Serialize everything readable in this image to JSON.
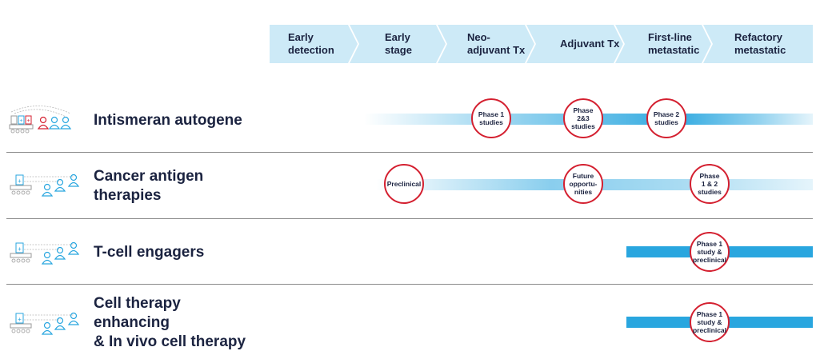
{
  "stages": [
    [
      "Early",
      "detection"
    ],
    [
      "Early",
      "stage"
    ],
    [
      "Neo-",
      "adjuvant Tx"
    ],
    [
      "Adjuvant Tx"
    ],
    [
      "First-line",
      "metastatic"
    ],
    [
      "Refactory",
      "metastatic"
    ]
  ],
  "rows": [
    {
      "title_lines": [
        "Intismeran autogene"
      ],
      "milestones": [
        {
          "lines": [
            "Phase 1",
            "studies"
          ]
        },
        {
          "lines": [
            "Phase",
            "2&3",
            "studies"
          ]
        },
        {
          "lines": [
            "Phase 2",
            "studies"
          ]
        }
      ]
    },
    {
      "title_lines": [
        "Cancer antigen",
        "therapies"
      ],
      "milestones": [
        {
          "lines": [
            "Preclinical"
          ]
        },
        {
          "lines": [
            "Future",
            "opportu-",
            "nities"
          ]
        },
        {
          "lines": [
            "Phase",
            "1 & 2",
            "studies"
          ]
        }
      ]
    },
    {
      "title_lines": [
        "T-cell engagers"
      ],
      "milestones": [
        {
          "lines": [
            "Phase 1",
            "study &",
            "preclinical"
          ]
        }
      ]
    },
    {
      "title_lines": [
        "Cell therapy",
        "enhancing",
        "& In vivo cell therapy"
      ],
      "milestones": [
        {
          "lines": [
            "Phase 1",
            "study &",
            "preclinical"
          ]
        }
      ]
    }
  ],
  "colors": {
    "chevron": "#cdeaf7",
    "bar": "#29a6df",
    "circle_border": "#d42030",
    "text": "#1b2340",
    "icon_blue": "#29a6df",
    "icon_red": "#d42030",
    "icon_gray": "#9a9a9a"
  },
  "icons": [
    "vaccine-production-icon",
    "patients-icon"
  ]
}
